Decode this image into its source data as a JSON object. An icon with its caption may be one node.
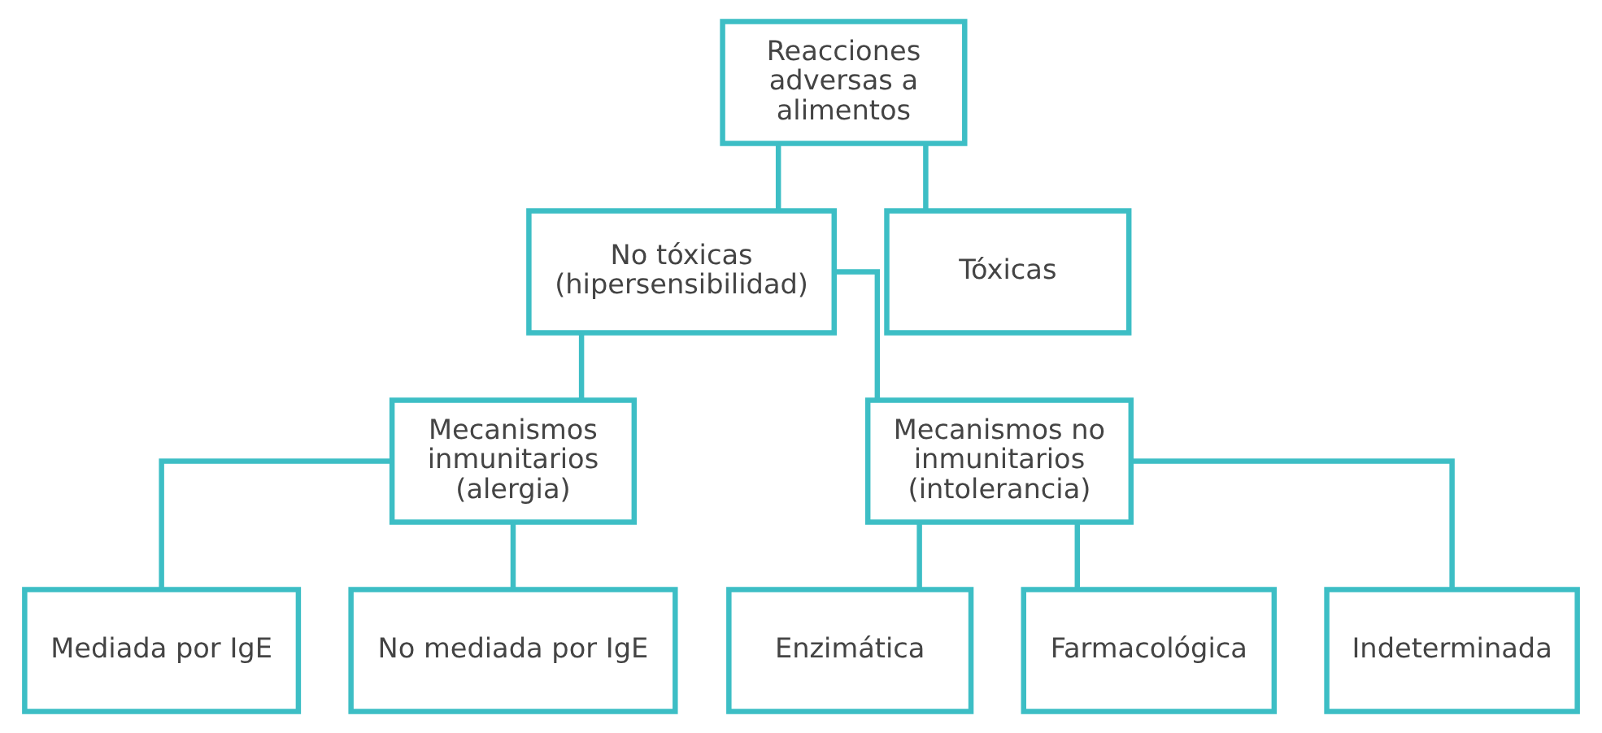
{
  "diagram": {
    "nodes": [
      {
        "text": [
          "Reacciones adversas a alimentos"
        ]
      },
      {
        "text": [
          "No tóxicas (hipersensibilidad)"
        ]
      },
      {
        "text": [
          "Tóxicas"
        ]
      },
      {
        "text": [
          "Mecanismos inmunitarios (alergia)"
        ]
      },
      {
        "text": [
          "Mecanismos no inmunitarios (intolerancia)"
        ]
      },
      {
        "text": [
          "Mediada por IgE"
        ]
      },
      {
        "text": [
          "No mediada por IgE"
        ]
      },
      {
        "text": [
          "Enzimática"
        ]
      },
      {
        "text": [
          "Farmacológica"
        ]
      },
      {
        "text": [
          "Indeterminada"
        ]
      }
    ],
    "edges": [
      {
        "from": 0,
        "to": 1,
        "arrow": "none"
      },
      {
        "from": 0,
        "to": 2,
        "arrow": "none"
      },
      {
        "from": 1,
        "to": 3,
        "arrow": "none"
      },
      {
        "from": 1,
        "to": 4,
        "arrow": "none"
      },
      {
        "from": 3,
        "to": 5,
        "arrow": "none"
      },
      {
        "from": 3,
        "to": 6,
        "arrow": "none"
      },
      {
        "from": 4,
        "to": 7,
        "arrow": "none"
      },
      {
        "from": 4,
        "to": 8,
        "arrow": "none"
      },
      {
        "from": 4,
        "to": 9,
        "arrow": "none"
      }
    ]
  }
}
